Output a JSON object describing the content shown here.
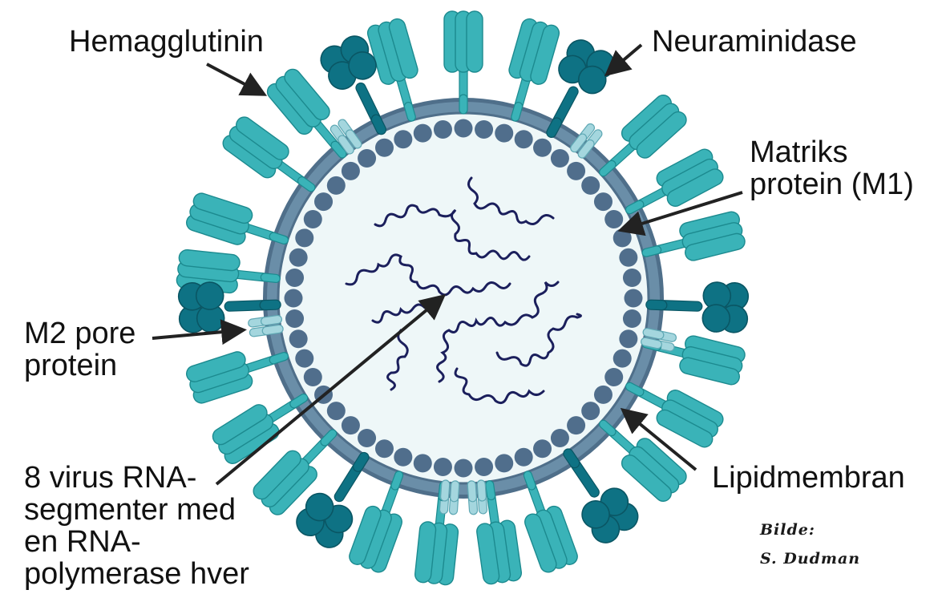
{
  "diagram": {
    "title": "Influenza virus structure",
    "colors": {
      "hemagglutinin": "#3ab3b8",
      "hemagglutinin_stroke": "#1c8a8f",
      "neuraminidase": "#0e7284",
      "neuraminidase_stroke": "#0a5664",
      "m2": "#a4d6de",
      "m2_stroke": "#5fa8b4",
      "membrane": "#6a8ea8",
      "membrane_edge": "#4f6f8a",
      "matrix": "#506e8c",
      "interior": "#eef7f8",
      "rna": "#1b1f5c",
      "arrow": "#222222"
    },
    "labels": {
      "hemagglutinin": "Hemagglutinin",
      "neuraminidase": "Neuraminidase",
      "matrix_line1": "Matriks",
      "matrix_line2": "protein (M1)",
      "m2_line1": "M2 pore",
      "m2_line2": "protein",
      "rna_line1": "8 virus RNA-",
      "rna_line2": "segmenter med",
      "rna_line3": "en RNA-",
      "rna_line4": "polymerase hver",
      "lipid": "Lipidmembran"
    },
    "credit": {
      "line1": "Bilde:",
      "line2": "S. Dudman"
    },
    "counts": {
      "rna_segments": 8
    }
  }
}
